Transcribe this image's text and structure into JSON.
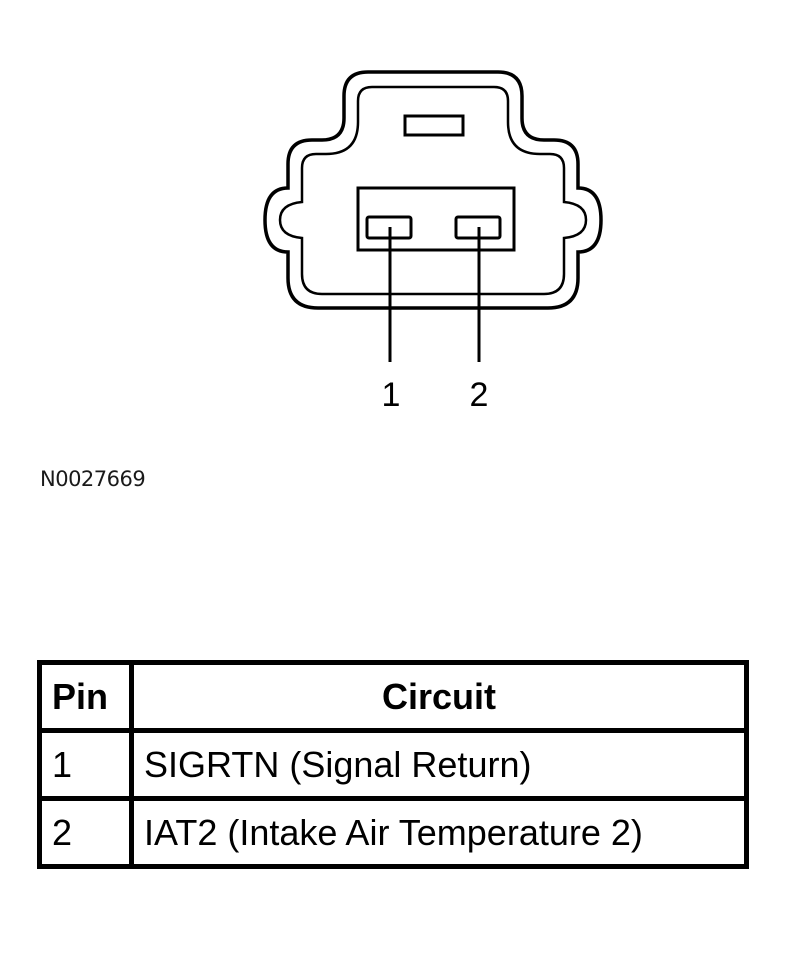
{
  "diagram": {
    "pin_labels": [
      "1",
      "2"
    ],
    "figure_id": "N0027669"
  },
  "table": {
    "headers": {
      "pin": "Pin",
      "circuit": "Circuit"
    },
    "rows": [
      {
        "pin": "1",
        "circuit": "SIGRTN (Signal Return)"
      },
      {
        "pin": "2",
        "circuit": "IAT2 (Intake Air Temperature 2)"
      }
    ]
  },
  "colors": {
    "line": "#000000",
    "background": "#ffffff"
  }
}
